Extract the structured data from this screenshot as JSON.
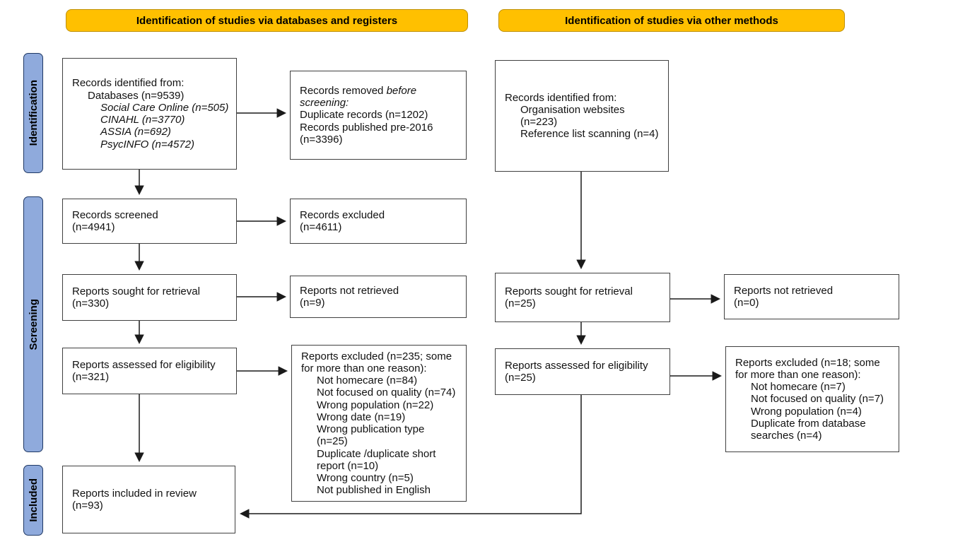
{
  "banners": {
    "left": "Identification of studies via databases and registers",
    "right": "Identification of studies via other methods"
  },
  "side_labels": {
    "identification": "Identification",
    "screening": "Screening",
    "included": "Included"
  },
  "colors": {
    "banner_fill": "#FFC000",
    "banner_border": "#BF8F00",
    "side_fill": "#8FAADC",
    "side_border": "#1F3864",
    "box_border": "#404040",
    "arrow": "#1a1a1a"
  },
  "boxes": {
    "records_identified_db": {
      "lines": [
        {
          "indent": 0,
          "text": "Records identified from:"
        },
        {
          "indent": 1,
          "text": "Databases (n=9539)"
        },
        {
          "indent": 2,
          "text": "Social Care Online (n=505)",
          "italic": true
        },
        {
          "indent": 2,
          "text": "CINAHL (n=3770)",
          "italic": true
        },
        {
          "indent": 2,
          "text": "ASSIA (n=692)",
          "italic": true
        },
        {
          "indent": 2,
          "text": "PsycINFO (n=4572)",
          "italic": true
        }
      ]
    },
    "records_removed": {
      "lines": [
        {
          "indent": 0,
          "segments": [
            {
              "text": "Records removed "
            },
            {
              "text": "before",
              "italic": true
            }
          ]
        },
        {
          "indent": 0,
          "segments": [
            {
              "text": "screening:",
              "italic": true
            }
          ]
        },
        {
          "indent": 0,
          "text": "Duplicate records (n=1202)"
        },
        {
          "indent": 0,
          "text": "Records published pre-2016"
        },
        {
          "indent": 0,
          "text": "(n=3396)"
        }
      ]
    },
    "records_identified_other": {
      "lines": [
        {
          "indent": 0,
          "text": "Records identified from:"
        },
        {
          "indent": 1,
          "text": "Organisation websites"
        },
        {
          "indent": 1,
          "text": "(n=223)"
        },
        {
          "indent": 1,
          "text": "Reference list scanning (n=4)"
        }
      ]
    },
    "records_screened": {
      "lines": [
        {
          "indent": 0,
          "text": "Records screened"
        },
        {
          "indent": 0,
          "text": "(n=4941)"
        }
      ]
    },
    "records_excluded": {
      "lines": [
        {
          "indent": 0,
          "text": "Records excluded"
        },
        {
          "indent": 0,
          "text": "(n=4611)"
        }
      ]
    },
    "reports_sought_db": {
      "lines": [
        {
          "indent": 0,
          "text": "Reports sought for retrieval"
        },
        {
          "indent": 0,
          "text": "(n=330)"
        }
      ]
    },
    "reports_not_retrieved_db": {
      "lines": [
        {
          "indent": 0,
          "text": "Reports not retrieved"
        },
        {
          "indent": 0,
          "text": "(n=9)"
        }
      ]
    },
    "reports_sought_other": {
      "lines": [
        {
          "indent": 0,
          "text": "Reports sought for retrieval"
        },
        {
          "indent": 0,
          "text": "(n=25)"
        }
      ]
    },
    "reports_not_retrieved_other": {
      "lines": [
        {
          "indent": 0,
          "text": "Reports not retrieved"
        },
        {
          "indent": 0,
          "text": "(n=0)"
        }
      ]
    },
    "reports_assessed_db": {
      "lines": [
        {
          "indent": 0,
          "text": "Reports assessed for eligibility"
        },
        {
          "indent": 0,
          "text": "(n=321)"
        }
      ]
    },
    "reports_excluded_db": {
      "lines": [
        {
          "indent": 0,
          "text": "Reports excluded (n=235; some"
        },
        {
          "indent": 0,
          "text": "for more than one reason):"
        },
        {
          "indent": 1,
          "text": "Not homecare (n=84)"
        },
        {
          "indent": 1,
          "text": "Not focused on quality (n=74)"
        },
        {
          "indent": 1,
          "text": "Wrong population (n=22)"
        },
        {
          "indent": 1,
          "text": "Wrong date (n=19)"
        },
        {
          "indent": 1,
          "text": "Wrong publication type"
        },
        {
          "indent": 1,
          "text": "(n=25)"
        },
        {
          "indent": 1,
          "text": "Duplicate /duplicate short"
        },
        {
          "indent": 1,
          "text": "report (n=10)"
        },
        {
          "indent": 1,
          "text": "Wrong country (n=5)"
        },
        {
          "indent": 1,
          "text": "Not published in English"
        }
      ]
    },
    "reports_assessed_other": {
      "lines": [
        {
          "indent": 0,
          "text": "Reports assessed for eligibility"
        },
        {
          "indent": 0,
          "text": "(n=25)"
        }
      ]
    },
    "reports_excluded_other": {
      "lines": [
        {
          "indent": 0,
          "text": "Reports excluded (n=18; some"
        },
        {
          "indent": 0,
          "text": "for more than one reason):"
        },
        {
          "indent": 1,
          "text": "Not homecare (n=7)"
        },
        {
          "indent": 1,
          "text": "Not focused on quality (n=7)"
        },
        {
          "indent": 1,
          "text": "Wrong population (n=4)"
        },
        {
          "indent": 1,
          "text": "Duplicate from database"
        },
        {
          "indent": 1,
          "text": "searches (n=4)"
        }
      ]
    },
    "reports_included": {
      "lines": [
        {
          "indent": 0,
          "text": "Reports included in review"
        },
        {
          "indent": 0,
          "text": "(n=93)"
        }
      ]
    }
  }
}
